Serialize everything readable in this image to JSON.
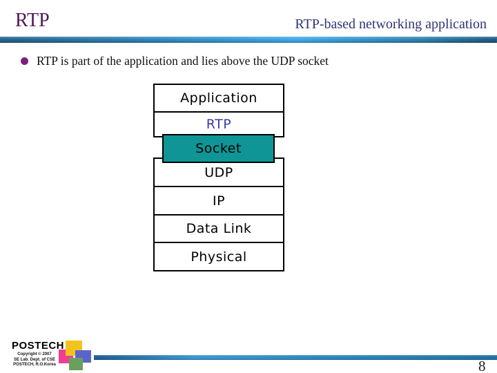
{
  "header": {
    "title_left": "RTP",
    "title_right": "RTP-based networking application"
  },
  "content": {
    "bullet_text": "RTP is part of the application and lies above the UDP socket"
  },
  "diagram": {
    "layers_upper": [
      "Application",
      "RTP"
    ],
    "socket_label": "Socket",
    "layers_lower": [
      "UDP",
      "IP",
      "Data Link",
      "Physical"
    ]
  },
  "footer": {
    "logo_text": "POSTECH",
    "copyright_line1": "Copyright © 2007",
    "copyright_line2": "SE Lab. Dept. of CSE",
    "copyright_line3": "POSTECH, R.O.Korea",
    "page_number": "8"
  },
  "colors": {
    "socket_fill": "#0F9595",
    "title_left": "#531758",
    "title_right": "#2F3377",
    "bullet_dot": "#7C207E",
    "rtp_layer_text": "#3D3D9E",
    "bar_blue_bright": "#3FA9E9",
    "bar_blue_dark": "#1F5A85"
  }
}
